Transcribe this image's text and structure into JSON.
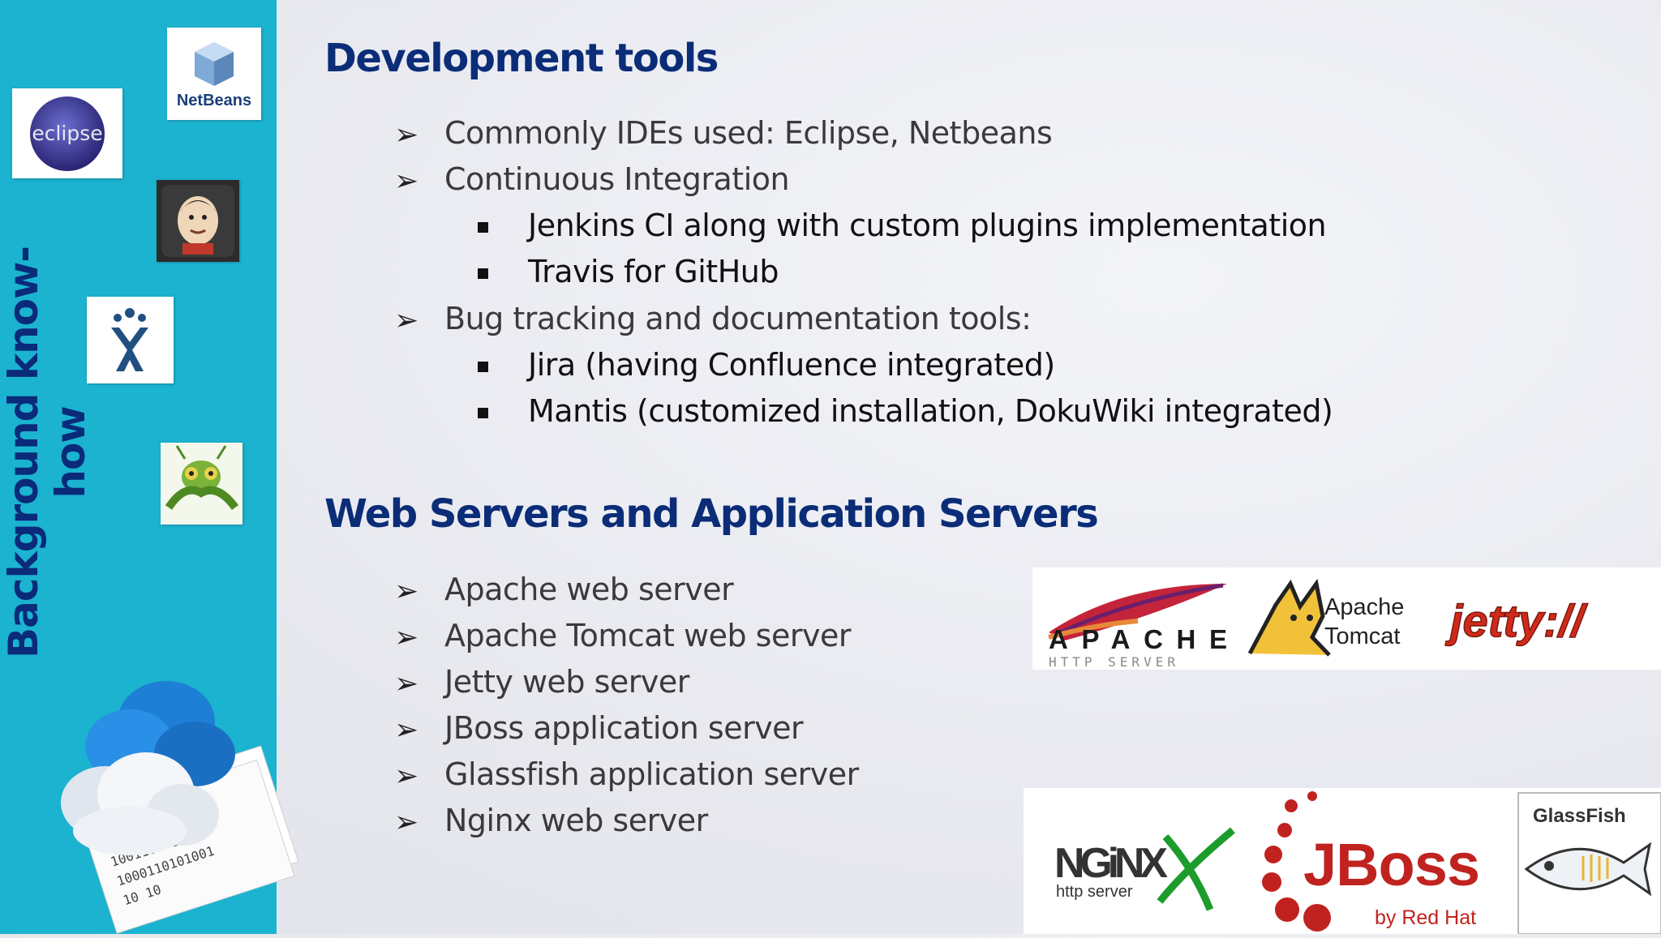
{
  "sidebar": {
    "title": "Background know-how",
    "logos": {
      "netbeans": "NetBeans",
      "eclipse": "eclipse"
    }
  },
  "sections": [
    {
      "title": "Development tools",
      "items": [
        {
          "text": "Commonly IDEs used: Eclipse, Netbeans",
          "level": 1
        },
        {
          "text": "Continuous Integration",
          "level": 1
        },
        {
          "text": "Jenkins CI along with custom plugins implementation",
          "level": 2
        },
        {
          "text": "Travis for GitHub",
          "level": 2
        },
        {
          "text": "Bug tracking and documentation tools:",
          "level": 1
        },
        {
          "text": "Jira (having Confluence integrated)",
          "level": 2
        },
        {
          "text": "Mantis (customized installation, DokuWiki integrated)",
          "level": 2
        }
      ]
    },
    {
      "title": "Web Servers and Application Servers",
      "items": [
        {
          "text": "Apache web server",
          "level": 1
        },
        {
          "text": "Apache Tomcat web server",
          "level": 1
        },
        {
          "text": "Jetty web server",
          "level": 1
        },
        {
          "text": "JBoss application server",
          "level": 1
        },
        {
          "text": "Glassfish application server",
          "level": 1
        },
        {
          "text": "Nginx web server",
          "level": 1
        }
      ]
    }
  ],
  "logos_top": {
    "apache": "APACHE",
    "apache_sub": "HTTP SERVER",
    "tomcat_line1": "Apache",
    "tomcat_line2": "Tomcat",
    "jetty": "jetty://"
  },
  "logos_bottom": {
    "nginx": "NGiNX",
    "nginx_sub": "http server",
    "jboss": "JBoss",
    "jboss_sub": "by Red Hat",
    "glassfish": "GlassFish"
  },
  "colors": {
    "sidebar": "#1bb3cf",
    "title": "#0b2d78"
  }
}
